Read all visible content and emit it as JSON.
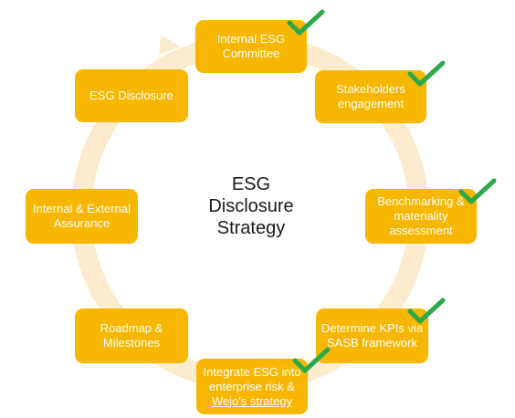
{
  "diagram": {
    "title_lines": [
      "ESG",
      "Disclosure",
      "Strategy"
    ],
    "colors": {
      "box_fill": "#f7b600",
      "box_text": "#ffffff",
      "cycle_ring": "#fcebcd",
      "check": "#2aa84a",
      "title_text": "#1a1a1a"
    },
    "steps": [
      {
        "id": "internal-esg-committee",
        "lines": [
          "Internal ESG",
          "Committee"
        ],
        "completed": true
      },
      {
        "id": "stakeholders-engagement",
        "lines": [
          "Stakeholders",
          "engagement"
        ],
        "completed": true
      },
      {
        "id": "benchmarking-materiality",
        "lines": [
          "Benchmarking &",
          "materiality",
          "assessment"
        ],
        "completed": true
      },
      {
        "id": "determine-kpis",
        "lines": [
          "Determine KPIs via",
          "SASB framework"
        ],
        "completed": true
      },
      {
        "id": "integrate-esg",
        "lines": [
          "Integrate ESG into",
          "enterprise risk &",
          "Wejo's strategy"
        ],
        "completed": true
      },
      {
        "id": "roadmap-milestones",
        "lines": [
          "Roadmap &",
          "Milestones"
        ],
        "completed": false
      },
      {
        "id": "internal-external-assurance",
        "lines": [
          "Internal & External",
          "Assurance"
        ],
        "completed": false
      },
      {
        "id": "esg-disclosure",
        "lines": [
          "ESG Disclosure"
        ],
        "completed": false
      }
    ]
  }
}
